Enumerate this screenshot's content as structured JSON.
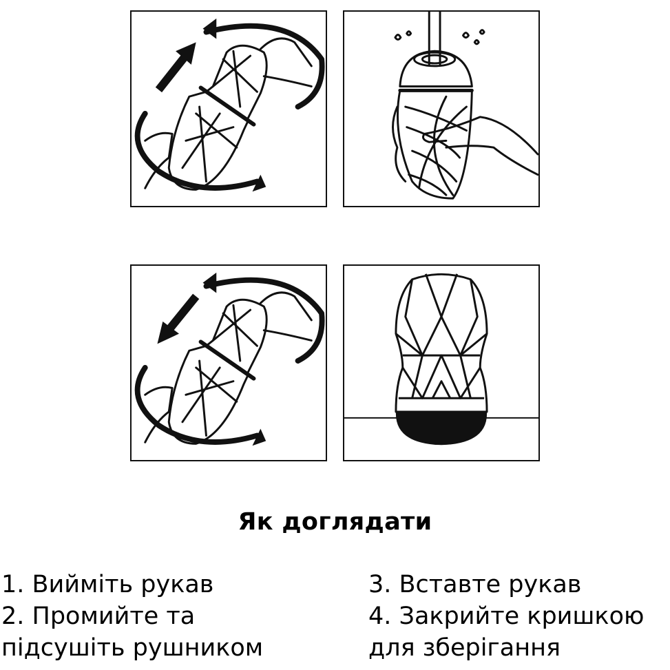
{
  "title": "Як доглядати",
  "steps_left": [
    "1. Вийміть рукав",
    "2. Промийте та",
    "підсушіть рушником"
  ],
  "steps_right": [
    "3. Вставте рукав",
    "4. Закрийте кришкою",
    "для зберігання"
  ],
  "panels": [
    {
      "icon": "remove-sleeve-icon"
    },
    {
      "icon": "rinse-under-water-icon"
    },
    {
      "icon": "insert-sleeve-icon"
    },
    {
      "icon": "closed-case-icon"
    }
  ],
  "colors": {
    "ink": "#111111",
    "background": "#ffffff"
  }
}
